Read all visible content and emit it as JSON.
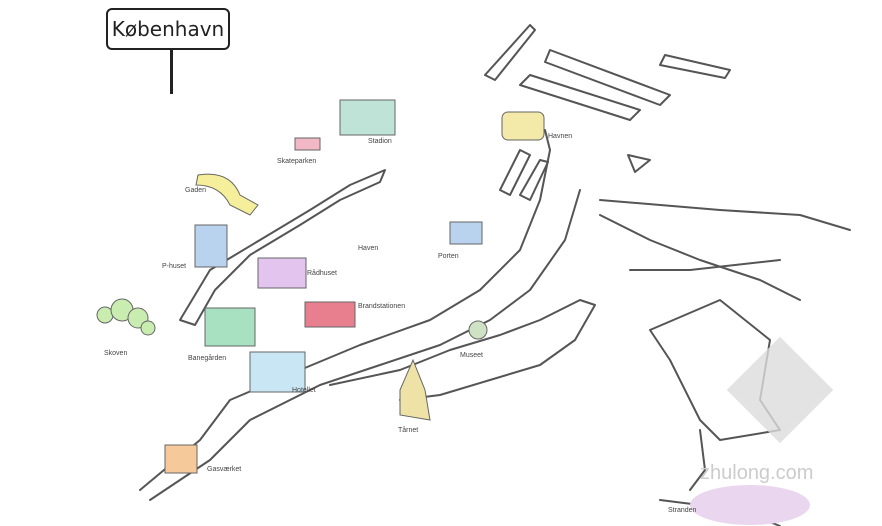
{
  "title": "København",
  "places": [
    {
      "name": "Stadion",
      "color": "#bfe3d6"
    },
    {
      "name": "Skateparken",
      "color": "#f2b8c6"
    },
    {
      "name": "Gaden",
      "color": "#f5ee9a"
    },
    {
      "name": "P-huset",
      "color": "#b9d3ef"
    },
    {
      "name": "Haven",
      "color": "#eee"
    },
    {
      "name": "Rådhuset",
      "color": "#e3c4ee"
    },
    {
      "name": "Brandstationen",
      "color": "#e87f8f"
    },
    {
      "name": "Skoven",
      "color": "#c9ecb0"
    },
    {
      "name": "Banegården",
      "color": "#a8e0c2"
    },
    {
      "name": "Hotellet",
      "color": "#c8e6f3"
    },
    {
      "name": "Tårnet",
      "color": "#efe2a6"
    },
    {
      "name": "Museet",
      "color": "#cfe3c4"
    },
    {
      "name": "Porten",
      "color": "#b9d3ef"
    },
    {
      "name": "Havnen",
      "color": "#f3e9a8"
    },
    {
      "name": "Stranden",
      "color": "#ead6ef"
    },
    {
      "name": "Gasværket",
      "color": "#f5c99a"
    }
  ],
  "watermark": "zhulong.com"
}
